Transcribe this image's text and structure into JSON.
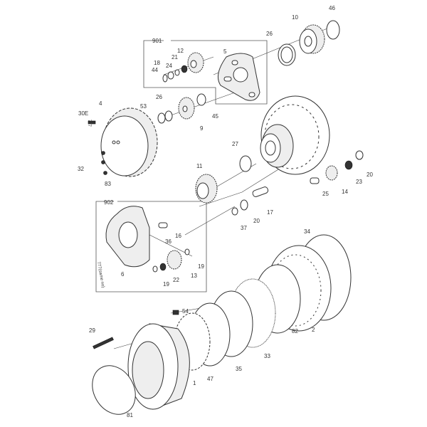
{
  "diagram": {
    "title": "Travel reduction gearbox exploded view",
    "assemblies": {
      "a901": "901",
      "a902": "902"
    },
    "labels": [
      "46",
      "10",
      "26",
      "12",
      "5",
      "21",
      "18",
      "24",
      "44",
      "26",
      "53",
      "45",
      "9",
      "4",
      "30E",
      "27",
      "11",
      "20",
      "23",
      "14",
      "25",
      "17",
      "20",
      "37",
      "32",
      "83",
      "16",
      "36",
      "19",
      "6",
      "22",
      "13",
      "19",
      "34",
      "54",
      "29",
      "82",
      "2",
      "33",
      "35",
      "47",
      "1",
      "81"
    ],
    "side_notes": [
      "777",
      "777(same no)"
    ]
  }
}
